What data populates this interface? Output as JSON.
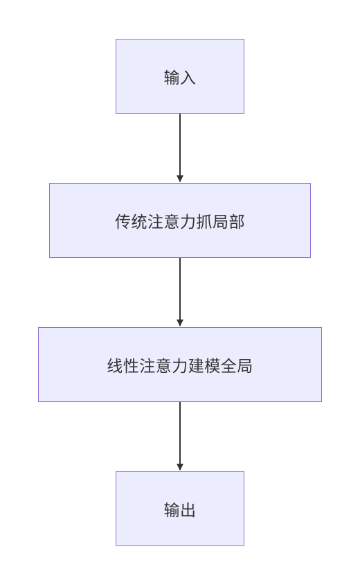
{
  "diagram": {
    "nodes": [
      {
        "id": "input",
        "label": "输入"
      },
      {
        "id": "local",
        "label": "传统注意力抓局部"
      },
      {
        "id": "global",
        "label": "线性注意力建模全局"
      },
      {
        "id": "output",
        "label": "输出"
      }
    ],
    "edges": [
      {
        "from": "input",
        "to": "local"
      },
      {
        "from": "local",
        "to": "global"
      },
      {
        "from": "global",
        "to": "output"
      }
    ],
    "colors": {
      "node_fill": "#ececff",
      "node_border": "#9370db",
      "edge": "#333333",
      "text": "#333333"
    }
  }
}
